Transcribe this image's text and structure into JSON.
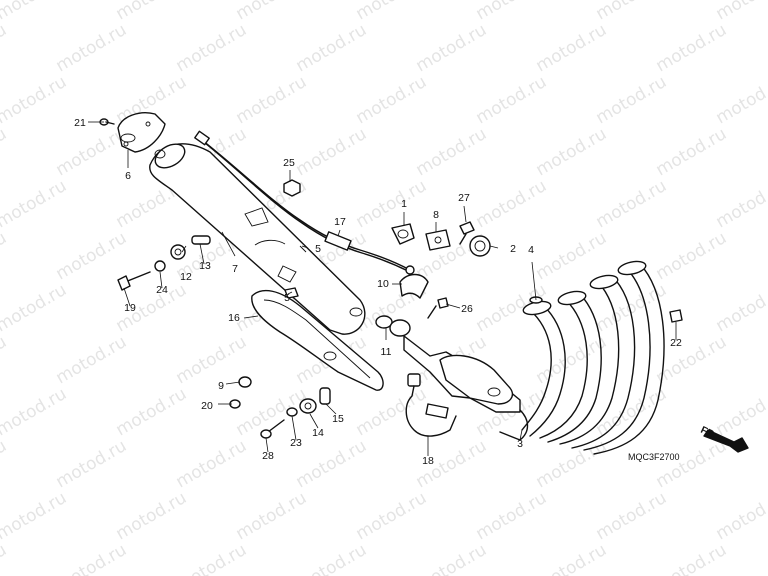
{
  "watermark": "motod.ru",
  "diagram_code": "MQC3F2700",
  "direction_label": "FR.",
  "part_labels": [
    "21",
    "6",
    "25",
    "1",
    "27",
    "8",
    "2",
    "17",
    "5",
    "12",
    "13",
    "7",
    "24",
    "10",
    "4",
    "19",
    "5",
    "26",
    "16",
    "11",
    "22",
    "9",
    "20",
    "28",
    "23",
    "14",
    "15",
    "18",
    "3"
  ]
}
